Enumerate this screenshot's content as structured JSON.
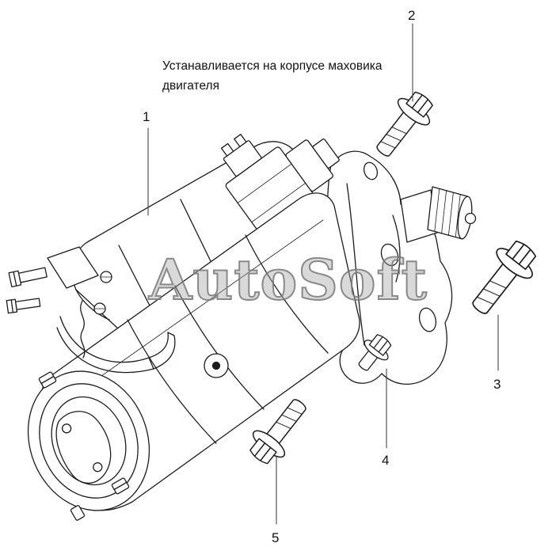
{
  "annotation": {
    "line1": "Устанавливается на корпусе маховика",
    "line2": "двигателя"
  },
  "watermark": {
    "text": "AutoSoft"
  },
  "callouts": {
    "c1": "1",
    "c2": "2",
    "c3": "3",
    "c4": "4",
    "c5": "5"
  },
  "colors": {
    "background": "#ffffff",
    "line": "#1c1c1c",
    "watermark": "#9a9a9a"
  }
}
